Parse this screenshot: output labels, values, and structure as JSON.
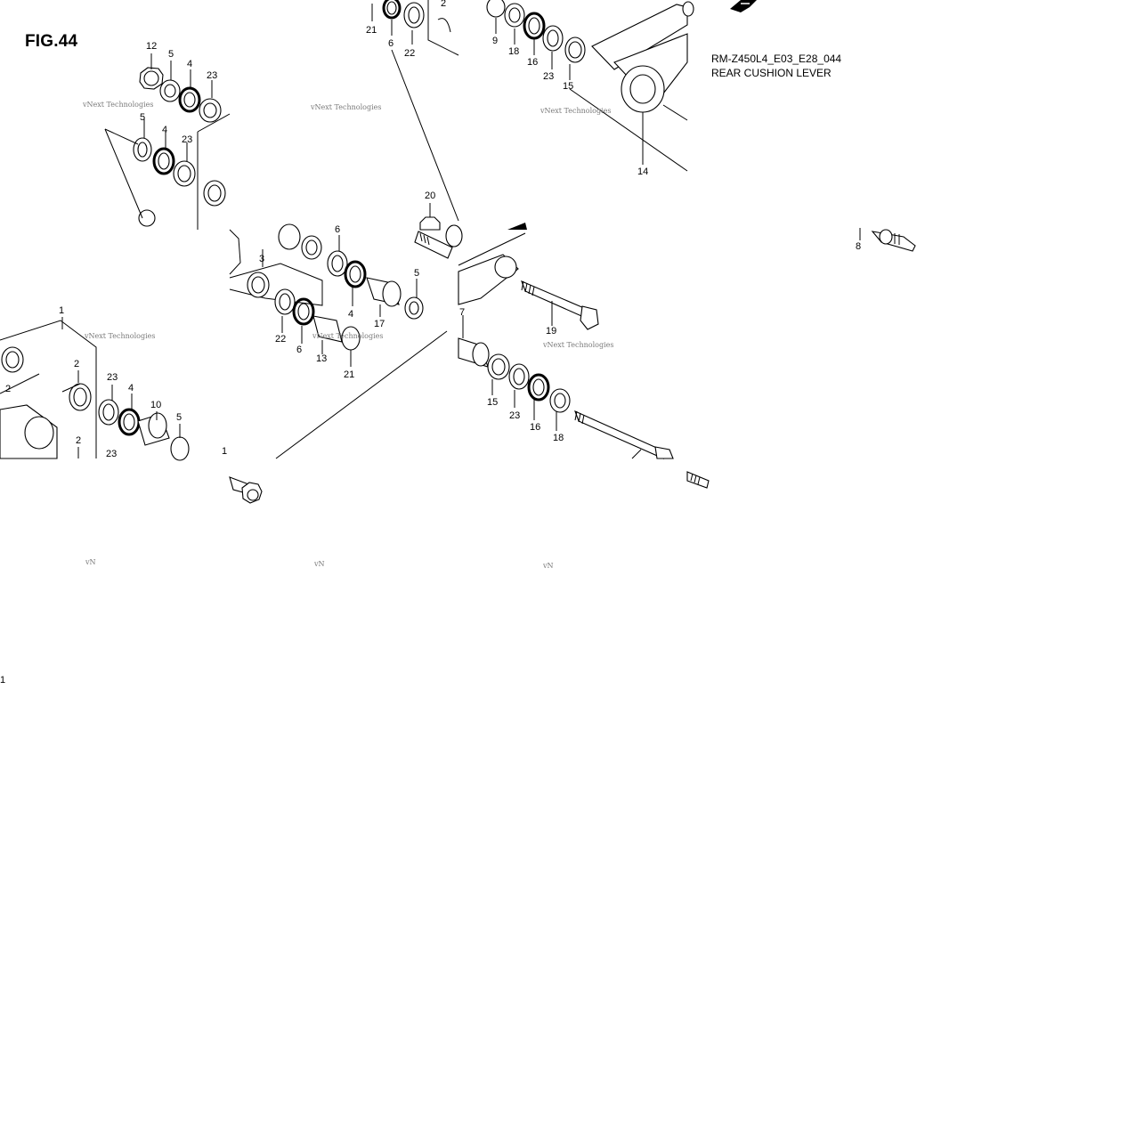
{
  "figure": {
    "label": "FIG.44",
    "code": "RM-Z450L4_E03_E28_044",
    "name": "REAR CUSHION LEVER"
  },
  "watermark": "vNext Technologies",
  "watermark_partial": "vN",
  "callouts": [
    "1",
    "2",
    "3",
    "4",
    "5",
    "6",
    "7",
    "8",
    "9",
    "10",
    "12",
    "13",
    "14",
    "15",
    "16",
    "17",
    "18",
    "19",
    "20",
    "21",
    "22",
    "23"
  ],
  "stray_digit": "1"
}
